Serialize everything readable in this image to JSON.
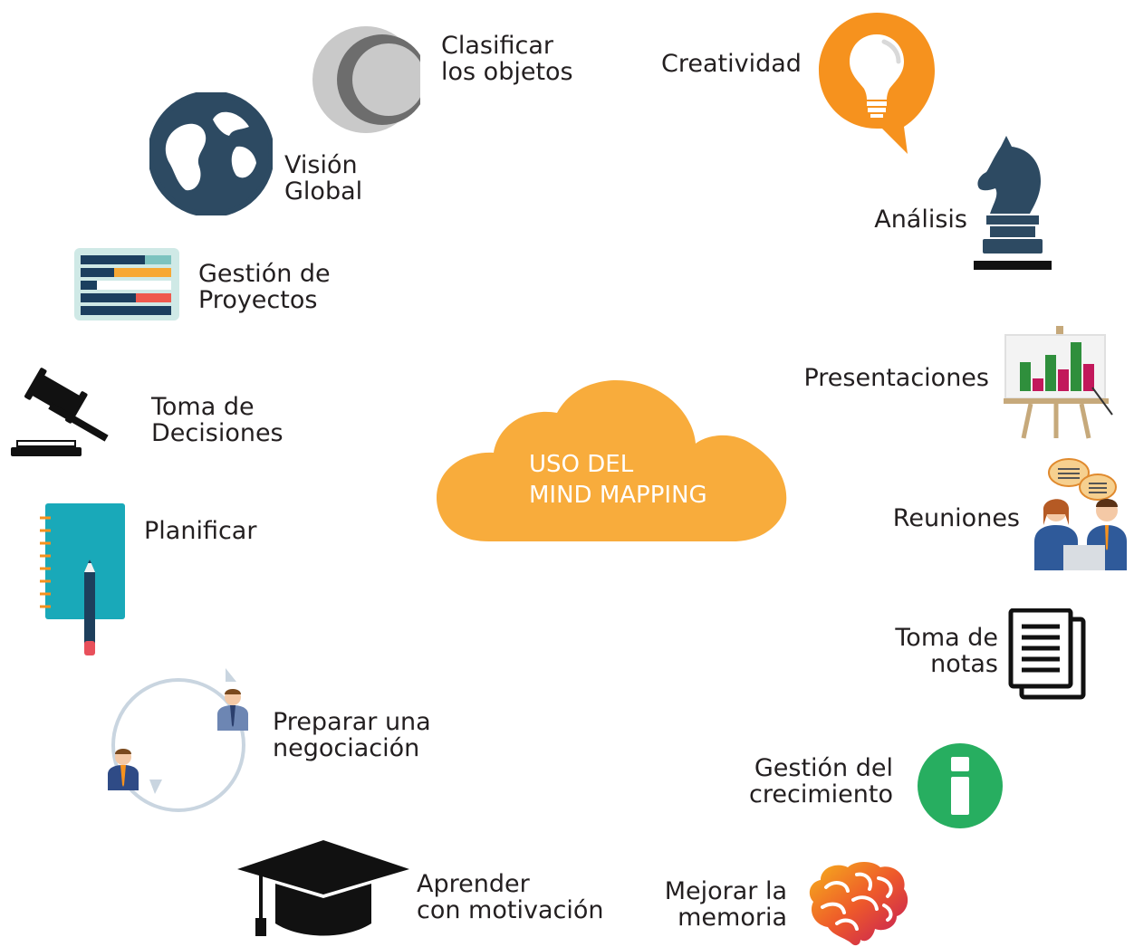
{
  "center": {
    "line1": "USO DEL",
    "line2": "MIND MAPPING",
    "color": "#f8ac3c"
  },
  "nodes": {
    "clasificar": {
      "line1": "Clasificar",
      "line2": "los objetos",
      "icon": "moon-icon"
    },
    "vision": {
      "line1": "Visión",
      "line2": "Global",
      "icon": "globe-icon"
    },
    "gestion_proyectos": {
      "line1": "Gestión de",
      "line2": "Proyectos",
      "icon": "gantt-chart-icon"
    },
    "toma_decisiones": {
      "line1": "Toma de",
      "line2": "Decisiones",
      "icon": "gavel-icon"
    },
    "planificar": {
      "line1": "Planificar",
      "icon": "notebook-pencil-icon"
    },
    "negociacion": {
      "line1": "Preparar una",
      "line2": "negociación",
      "icon": "negotiation-cycle-icon"
    },
    "aprender": {
      "line1": "Aprender",
      "line2": "con motivación",
      "icon": "graduation-cap-icon"
    },
    "creatividad": {
      "line1": "Creatividad",
      "icon": "lightbulb-bubble-icon"
    },
    "analisis": {
      "line1": "Análisis",
      "icon": "chess-knight-icon"
    },
    "presentaciones": {
      "line1": "Presentaciones",
      "icon": "easel-chart-icon"
    },
    "reuniones": {
      "line1": "Reuniones",
      "icon": "meeting-people-icon"
    },
    "toma_notas": {
      "line1": "Toma de",
      "line2": "notas",
      "icon": "documents-icon"
    },
    "crecimiento": {
      "line1": "Gestión del",
      "line2": "crecimiento",
      "icon": "info-circle-icon"
    },
    "memoria": {
      "line1": "Mejorar la",
      "line2": "memoria",
      "icon": "brain-icon"
    }
  },
  "colors": {
    "navy": "#2d4a62",
    "orange": "#f6921e",
    "teal": "#1aa6b7",
    "green": "#27ae60",
    "gray": "#8a8a8a"
  }
}
